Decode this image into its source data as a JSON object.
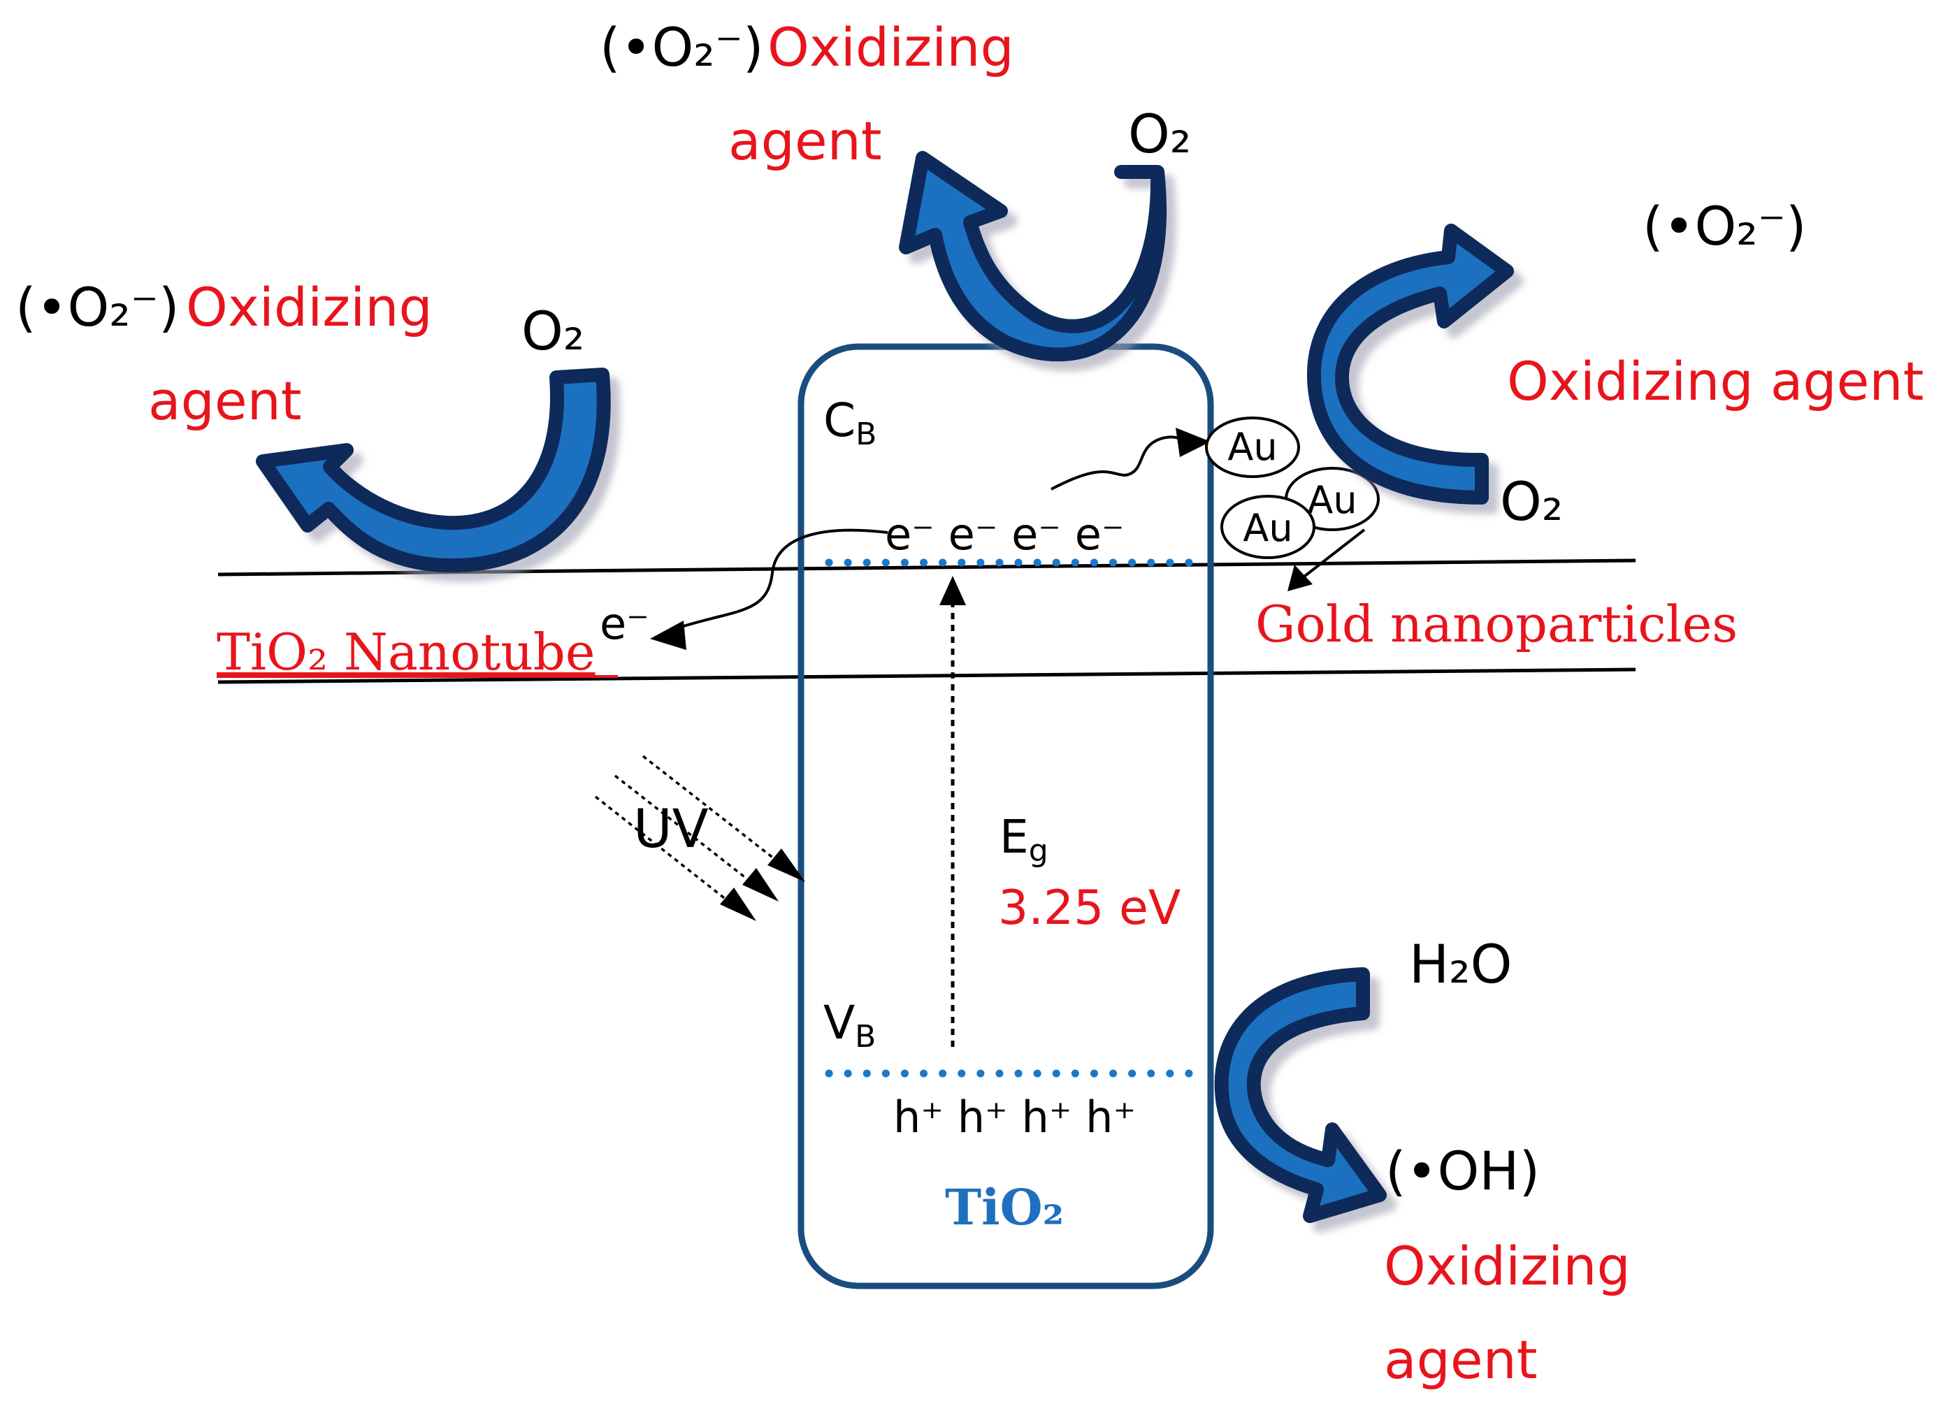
{
  "labels": {
    "top": {
      "radical": "(•O₂⁻)",
      "oxidizing": "Oxidizing",
      "agent": "agent",
      "reactant": "O₂"
    },
    "left": {
      "radical": "(•O₂⁻)",
      "oxidizing": "Oxidizing",
      "agent": "agent",
      "reactant": "O₂"
    },
    "right": {
      "radical": "(•O₂⁻)",
      "oxidizing_agent": "Oxidizing agent",
      "reactant": "O₂"
    },
    "bottom_right": {
      "reactant": "H₂O",
      "radical": "(•OH)",
      "oxidizing": "Oxidizing",
      "agent": "agent"
    },
    "band": {
      "cb": "C",
      "cb_sub": "B",
      "vb": "V",
      "vb_sub": "B",
      "eg": "E",
      "eg_sub": "g",
      "eg_value": "3.25 eV",
      "electrons": "e⁻  e⁻  e⁻  e⁻",
      "holes": "h⁺ h⁺ h⁺ h⁺",
      "electron_out": "e⁻",
      "uv": "UV",
      "material": "TiO₂"
    },
    "nanotube": "TiO₂ Nanotube",
    "gold": "Gold nanoparticles",
    "au": "Au"
  },
  "colors": {
    "red": "#e8141c",
    "navy": "#1a3c6e",
    "arrow_fill": "#1f6fc0",
    "arrow_edge": "#0e2a5a",
    "dots": "#1a78c8",
    "material_blue": "#1f6fc0"
  }
}
